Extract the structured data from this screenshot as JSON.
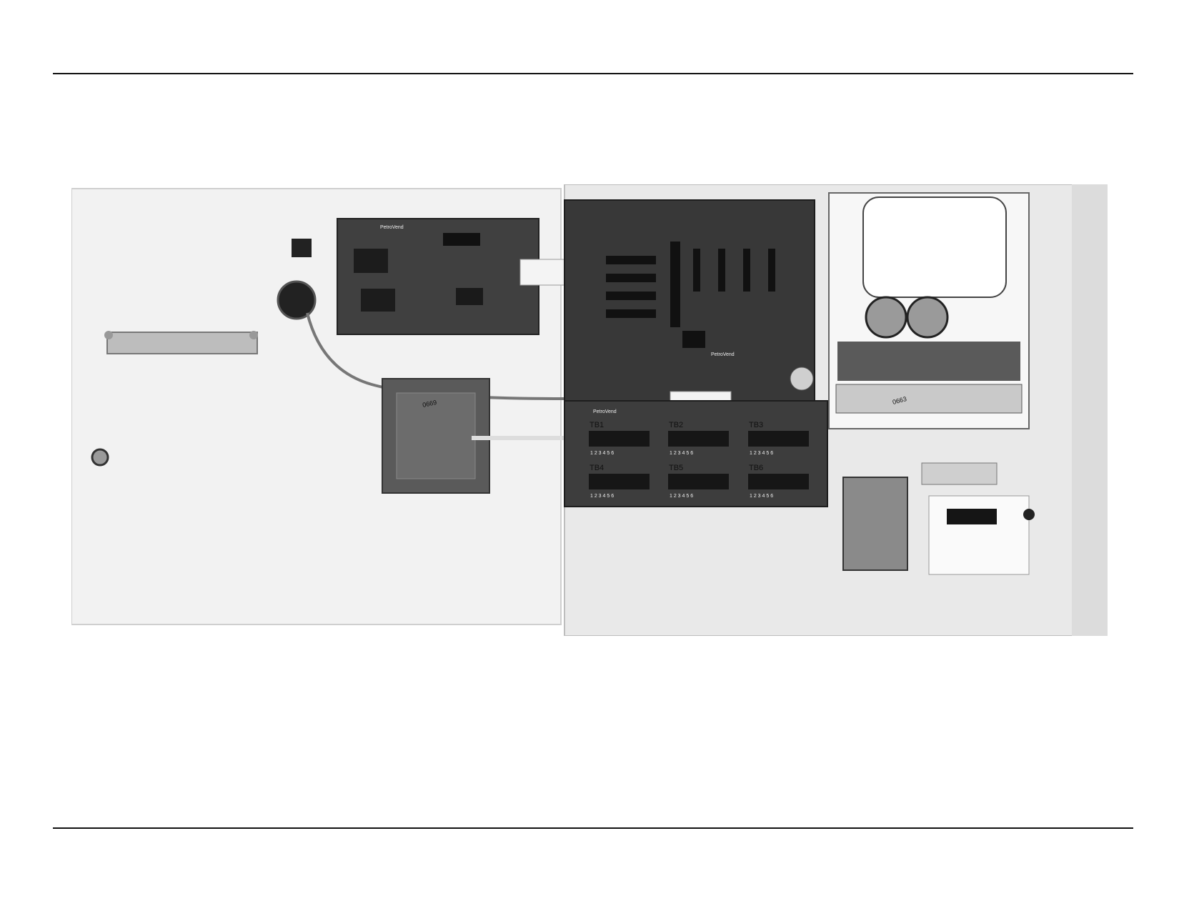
{
  "figure": {
    "subject": "photo-of-open-console-enclosure",
    "terminal_blocks": [
      {
        "label": "TB1",
        "numbers": "1 2 3 4 5 6"
      },
      {
        "label": "TB2",
        "numbers": "1 2 3 4 5 6"
      },
      {
        "label": "TB3",
        "numbers": "1 2 3 4 5 6"
      },
      {
        "label": "TB4",
        "numbers": "1 2 3 4 5 6"
      },
      {
        "label": "TB5",
        "numbers": "1 2 3 4 5 6"
      },
      {
        "label": "TB6",
        "numbers": "1 2 3 4 5 6"
      }
    ],
    "brand_marks": [
      "PetroVend",
      "PetroVend",
      "PetroVend"
    ],
    "handwritten": [
      "0669",
      "0663"
    ],
    "colors": {
      "board": "#3a3a3a",
      "enclosure": "#f0f0f0",
      "rule": "#111111"
    }
  }
}
